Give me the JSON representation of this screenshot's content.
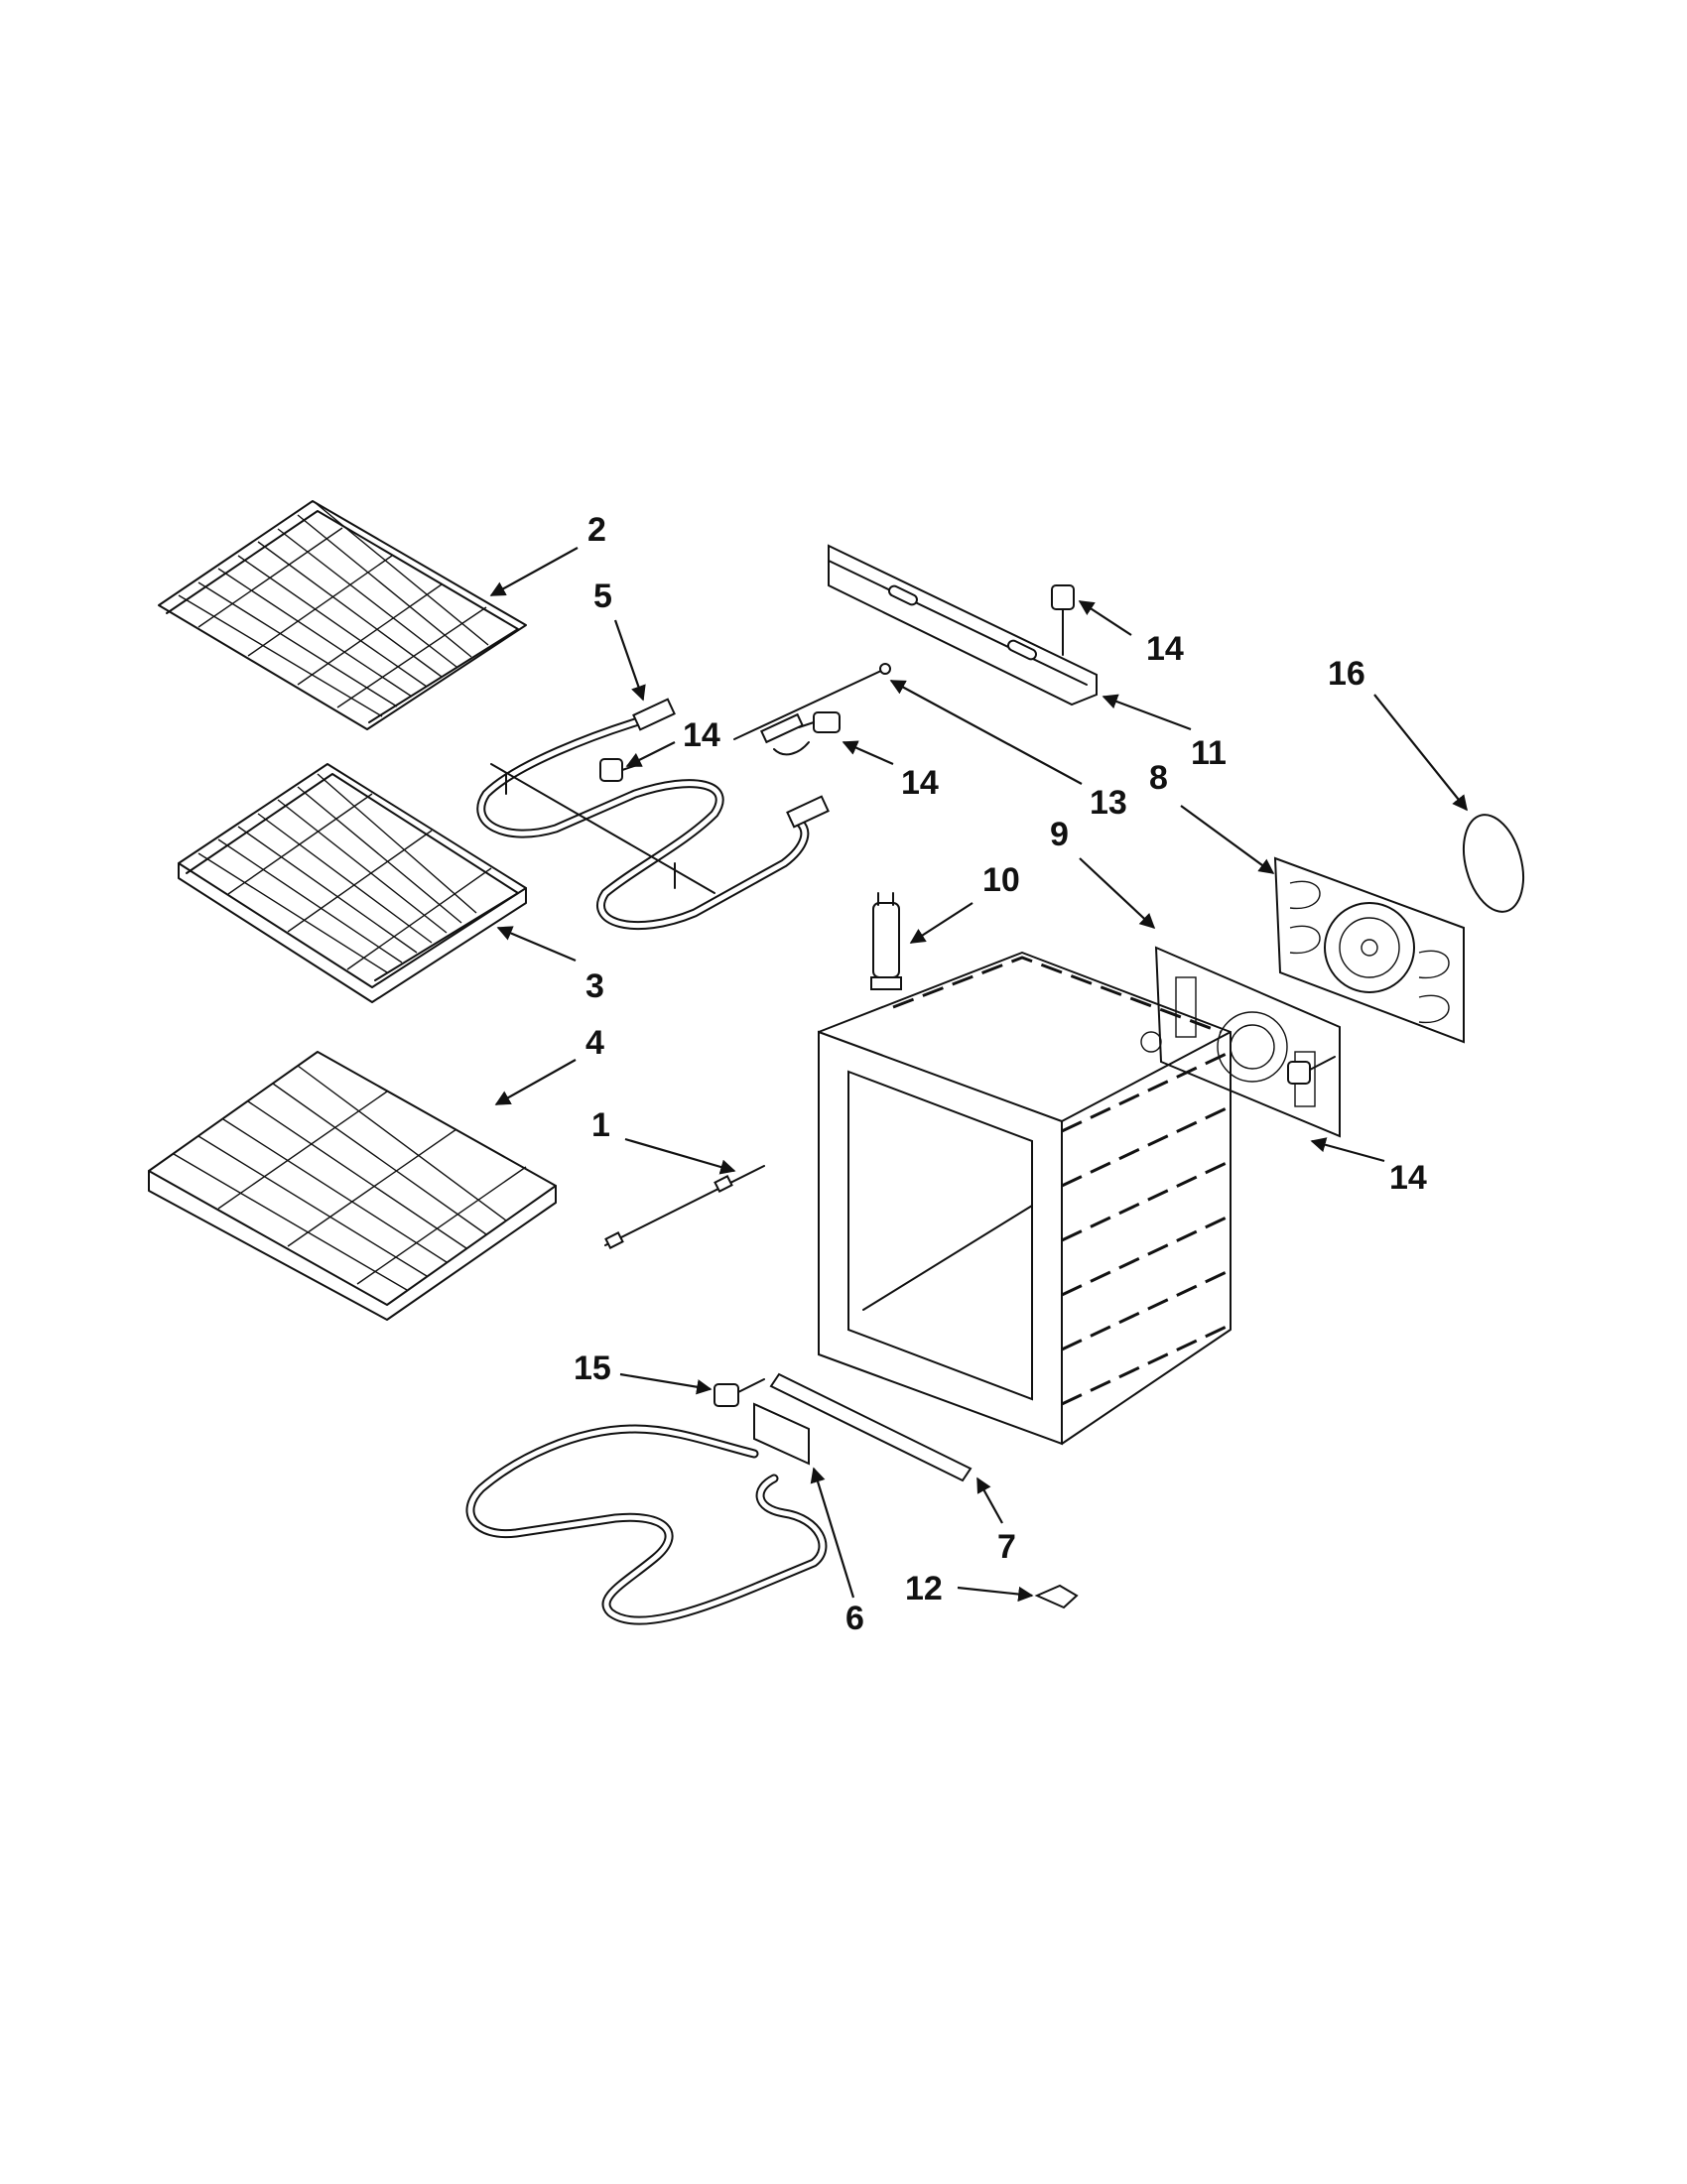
{
  "callouts": [
    {
      "id": "c2",
      "label": "2"
    },
    {
      "id": "c5",
      "label": "5"
    },
    {
      "id": "c14a",
      "label": "14"
    },
    {
      "id": "c14b",
      "label": "14"
    },
    {
      "id": "c14c",
      "label": "14"
    },
    {
      "id": "c11",
      "label": "11"
    },
    {
      "id": "c16",
      "label": "16"
    },
    {
      "id": "c13",
      "label": "13"
    },
    {
      "id": "c8",
      "label": "8"
    },
    {
      "id": "c9",
      "label": "9"
    },
    {
      "id": "c10",
      "label": "10"
    },
    {
      "id": "c3",
      "label": "3"
    },
    {
      "id": "c4",
      "label": "4"
    },
    {
      "id": "c1",
      "label": "1"
    },
    {
      "id": "c14d",
      "label": "14"
    },
    {
      "id": "c15",
      "label": "15"
    },
    {
      "id": "c7",
      "label": "7"
    },
    {
      "id": "c12",
      "label": "12"
    },
    {
      "id": "c6",
      "label": "6"
    }
  ],
  "colors": {
    "line": "#111111",
    "background": "#ffffff"
  }
}
